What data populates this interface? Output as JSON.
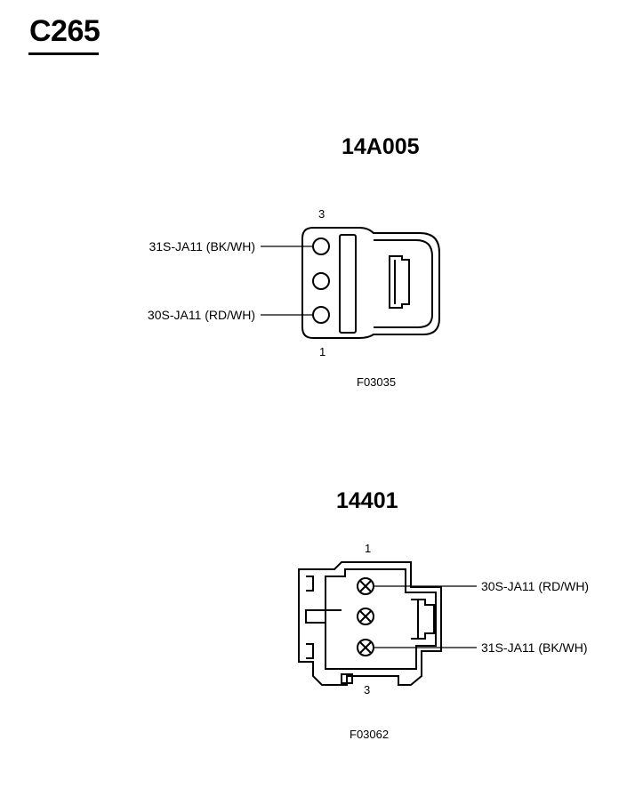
{
  "page": {
    "title": "C265"
  },
  "connectors": [
    {
      "part_number": "14A005",
      "pin_top": "3",
      "pin_bottom": "1",
      "wires": [
        {
          "label": "31S-JA11 (BK/WH)"
        },
        {
          "label": "30S-JA11 (RD/WH)"
        }
      ],
      "figure_id": "F03035"
    },
    {
      "part_number": "14401",
      "pin_top": "1",
      "pin_bottom": "3",
      "wires": [
        {
          "label": "30S-JA11 (RD/WH)"
        },
        {
          "label": "31S-JA11 (BK/WH)"
        }
      ],
      "figure_id": "F03062"
    }
  ]
}
